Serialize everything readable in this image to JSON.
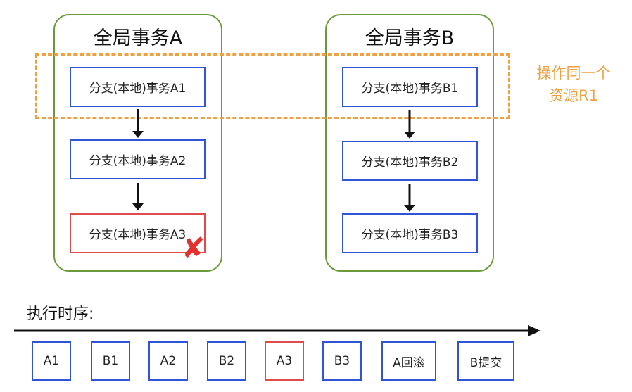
{
  "global_transactions": [
    {
      "title": "全局事务A",
      "branches": [
        "分支(本地)事务A1",
        "分支(本地)事务A2",
        "分支(本地)事务A3"
      ]
    },
    {
      "title": "全局事务B",
      "branches": [
        "分支(本地)事务B1",
        "分支(本地)事务B2",
        "分支(本地)事务B3"
      ]
    }
  ],
  "shared_resource": {
    "label_line1": "操作同一个",
    "label_line2": "资源R1"
  },
  "failure_mark": "✘",
  "timeline": {
    "title": "执行时序:",
    "steps": [
      "A1",
      "B1",
      "A2",
      "B2",
      "A3",
      "B3",
      "A回滚",
      "B提交"
    ]
  },
  "colors": {
    "group_border": "#6a9a3a",
    "step_border": "#2f55d4",
    "failed_border": "#e04a4a",
    "resource_dashed": "#f0a040",
    "failure_mark": "#e53030"
  }
}
